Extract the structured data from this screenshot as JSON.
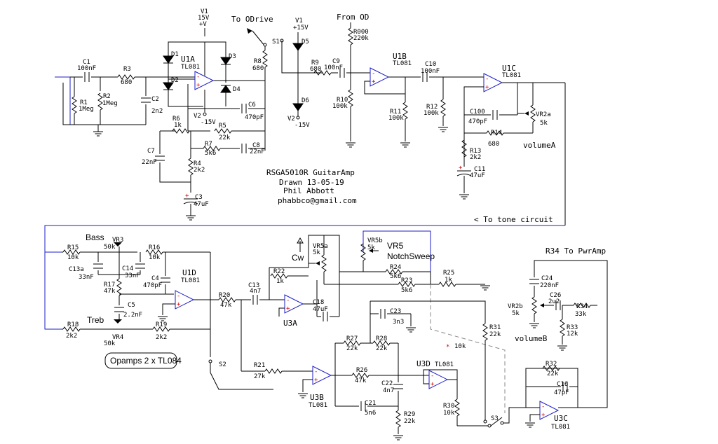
{
  "title": {
    "line1": "RSGA5010R GuitarAmp",
    "line2": "Drawn 13-05-19",
    "line3": "Phil Abbott",
    "line4": "phabbco@gmail.com"
  },
  "notes": {
    "to_odrive": "To ODrive",
    "from_od": "From OD",
    "to_tone": "< To tone circuit",
    "to_pwramp": "R34 To PwrAmp",
    "opamps": "Opamps 2 x TL084",
    "bass": "Bass",
    "treb": "Treb",
    "cw": "Cw",
    "notch_title": "VR5",
    "notch_sub": "NotchSweep",
    "volumeA": "volumeA",
    "volumeB": "volumeB",
    "x10k": "10k",
    "star": "*"
  },
  "rails": {
    "v1a_name": "V1",
    "v1a_val": "15V",
    "v1a_sign": "+V",
    "v1b_name": "V1",
    "v1b_val": "+15V",
    "v2a_name": "V2",
    "v2a_val": "-15V",
    "v2b_name": "V2",
    "v2b_val": "-15V"
  },
  "opamps": {
    "u1a": "U1A",
    "u1b": "U1B",
    "u1c": "U1C",
    "u1d": "U1D",
    "u3a": "U3A",
    "u3b": "U3B",
    "u3c": "U3C",
    "u3d": "U3D",
    "tl081": "TL081"
  },
  "parts": {
    "C1": "C1",
    "C1v": "100nF",
    "R3": "R3",
    "R3v": "680",
    "R1": "R1",
    "R1v": "1Meg",
    "R2": "R2",
    "R2v": "1Meg",
    "C2": "C2",
    "C2v": "2n2",
    "D1": "D1",
    "D2": "D2",
    "D3": "D3",
    "D4": "D4",
    "D5": "D5",
    "D6": "D6",
    "R8": "R8",
    "R8v": "680",
    "S1": "S1",
    "C6": "C6",
    "C6v": "470pF",
    "R6": "R6",
    "R6v": "1k",
    "R5": "R5",
    "R5v": "22k",
    "R7": "R7",
    "R7v": "5k6",
    "C8": "C8",
    "C8v": "22nF",
    "C7": "C7",
    "C7v": "22nF",
    "R4": "R4",
    "R4v": "2k2",
    "C3": "C3",
    "C3v": "47uF",
    "R9": "R9",
    "R9v": "680",
    "C9": "C9",
    "C9v": "100nF",
    "R000": "R000",
    "R000v": "220k",
    "R10": "R10",
    "R10v": "100k",
    "R11": "R11",
    "R11v": "100k",
    "C10": "C10",
    "C10v": "100nF",
    "R12": "R12",
    "R12v": "100k",
    "C100": "C100",
    "C100v": "470pF",
    "VR2a": "VR2a",
    "VR2av": "5k",
    "R14": "R14",
    "R14v": "680",
    "R13": "R13",
    "R13v": "2k2",
    "C11": "C11",
    "C11v": "47uF",
    "R15": "R15",
    "R15v": "10k",
    "VR3": "VR3",
    "VR3v": "50k",
    "R16": "R16",
    "R16v": "10k",
    "C13a": "C13a",
    "C13av": "33nF",
    "C14": "C14",
    "C14v": "33nF",
    "R17": "R17",
    "R17v": "47k",
    "C4": "C4",
    "C4v": "470pF",
    "C5": "C5",
    "C5v": "2.2nF",
    "R18": "R18",
    "R18v": "2k2",
    "VR4": "VR4",
    "VR4v": "50k",
    "R19": "R19",
    "R19v": "2k2",
    "R20": "R20",
    "R20v": "47k",
    "C13": "C13",
    "C13v": "4n7",
    "VR5a": "VR5a",
    "VR5av": "5k",
    "VR5b": "VR5b",
    "VR5bv": "5k",
    "R22": "R22",
    "R22v": "1k",
    "C18": "C18",
    "C18v": "47uF",
    "R24": "R24",
    "R24v": "5k6",
    "R23": "R23",
    "R23v": "5k6",
    "R25": "R25",
    "R25v": "1k",
    "C23": "C23",
    "C23v": "3n3",
    "R27": "R27",
    "R27v": "22k",
    "R28": "R28",
    "R28v": "22k",
    "R21": "R21",
    "R21v": "27k",
    "R26": "R26",
    "R26v": "47k",
    "C22": "C22",
    "C22v": "4n7",
    "C21": "C21",
    "C21v": "5n6",
    "R29": "R29",
    "R29v": "22k",
    "S2": "S2",
    "R31": "R31",
    "R31v": "22k",
    "R30": "R30",
    "R30v": "10k",
    "S3": "S3",
    "C24": "C24",
    "C24v": "220nF",
    "VR2b": "VR2b",
    "VR2bv": "5k",
    "C26": "C26",
    "C26v": "2u2",
    "R34": "R34",
    "R34v": "33k",
    "R33": "R33",
    "R33v": "12k",
    "R32": "R32",
    "R32v": "22k",
    "C16": "C16",
    "C16v": "47pF"
  }
}
